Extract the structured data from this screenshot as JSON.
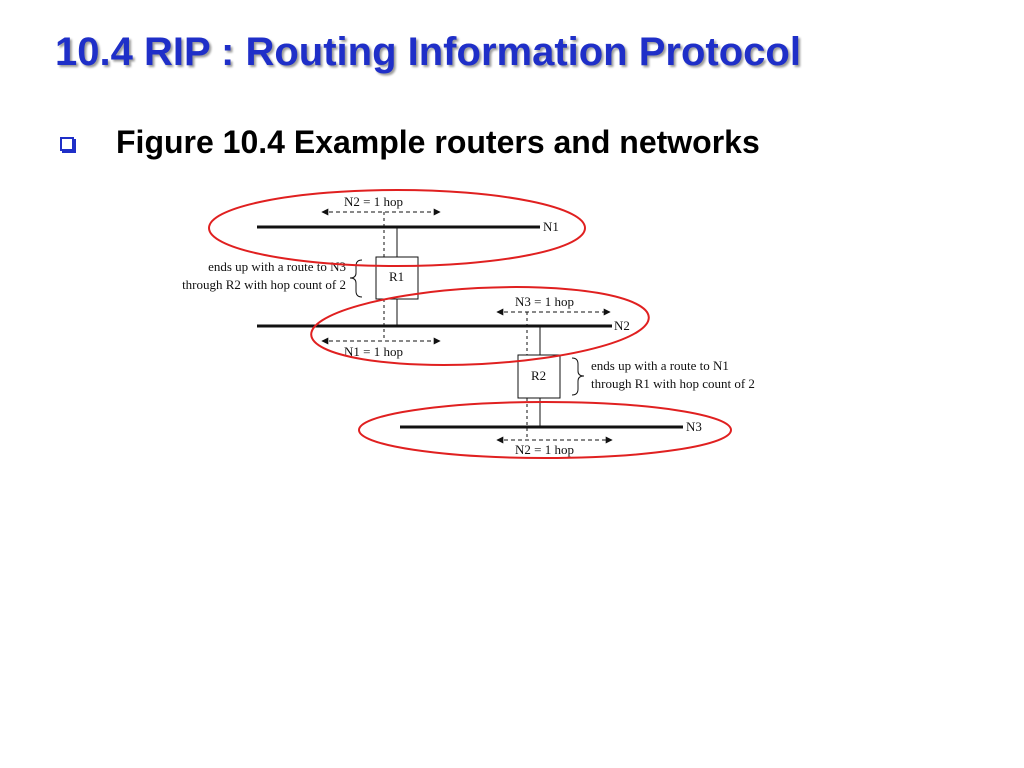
{
  "slide": {
    "title": "10.4 RIP : Routing Information Protocol",
    "bullet": "Figure 10.4 Example routers and networks"
  },
  "diagram": {
    "networks": {
      "n1": "N1",
      "n2": "N2",
      "n3": "N3"
    },
    "routers": {
      "r1": "R1",
      "r2": "R2"
    },
    "hop_labels": {
      "r1_top": "N2 = 1 hop",
      "r1_bottom": "N1 = 1 hop",
      "r2_top": "N3 = 1 hop",
      "r2_bottom": "N2 = 1 hop"
    },
    "notes": {
      "r1_line1": "ends up with a route to N3",
      "r1_line2": "through R2 with hop count of 2",
      "r2_line1": "ends up with a route to N1",
      "r2_line2": "through R1 with hop count of 2"
    },
    "colors": {
      "highlight_ellipse": "#e02020",
      "title": "#1f2fc8"
    }
  }
}
